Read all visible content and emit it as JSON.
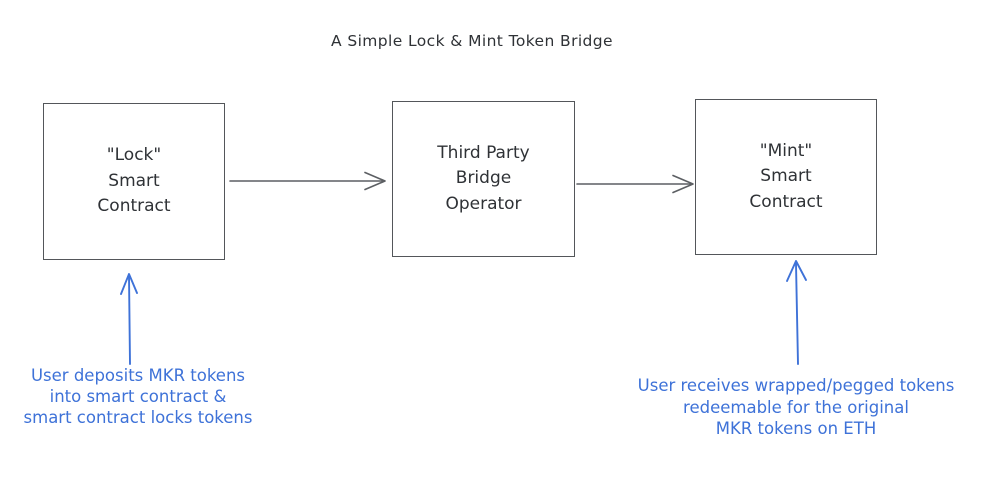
{
  "title": "A Simple Lock & Mint Token Bridge",
  "colors": {
    "background": "#ffffff",
    "ink": "#2f3236",
    "border": "#53565a",
    "arrow": "#5c5f63",
    "blue": "#3e72d8"
  },
  "nodes": [
    {
      "id": "lock",
      "lines": [
        "\"Lock\"",
        "Smart",
        "Contract"
      ]
    },
    {
      "id": "bridge",
      "lines": [
        "Third Party",
        "Bridge",
        "Operator"
      ]
    },
    {
      "id": "mint",
      "lines": [
        "\"Mint\"",
        "Smart",
        "Contract"
      ]
    }
  ],
  "connectors": [
    {
      "id": "lock-to-bridge",
      "direction": "right"
    },
    {
      "id": "bridge-to-mint",
      "direction": "right"
    },
    {
      "id": "deposit-up",
      "direction": "up"
    },
    {
      "id": "receive-up",
      "direction": "up"
    }
  ],
  "annotations": [
    {
      "id": "deposit",
      "lines": [
        "User deposits MKR tokens",
        "into smart contract &",
        "smart contract locks tokens"
      ]
    },
    {
      "id": "receive",
      "lines": [
        "User receives wrapped/pegged tokens",
        "redeemable for the original",
        "MKR tokens on ETH"
      ]
    }
  ]
}
